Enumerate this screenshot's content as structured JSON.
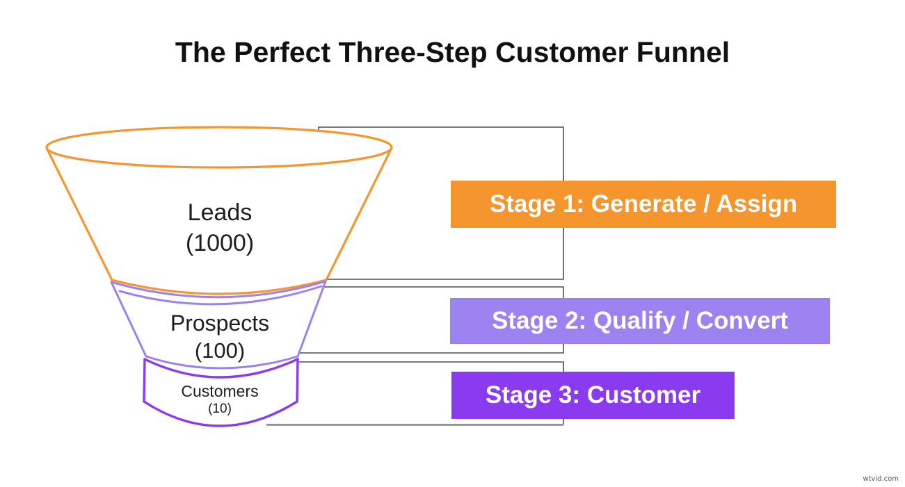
{
  "title": "The Perfect Three-Step Customer Funnel",
  "watermark": "wtvid.com",
  "funnel": {
    "sections": [
      {
        "name": "Leads",
        "count_label": "(1000)",
        "value": 1000,
        "color": "#F5952D"
      },
      {
        "name": "Prospects",
        "count_label": "(100)",
        "value": 100,
        "color": "#9C82F0"
      },
      {
        "name": "Customers",
        "count_label": "(10)",
        "value": 10,
        "color": "#8B3BEF"
      }
    ]
  },
  "stages": [
    {
      "label": "Stage 1: Generate / Assign",
      "color": "#F5952D"
    },
    {
      "label": "Stage 2: Qualify / Convert",
      "color": "#9C82F0"
    },
    {
      "label": "Stage 3: Customer",
      "color": "#8B3BEF"
    }
  ],
  "colors": {
    "background": "#FFFFFF",
    "bracket_line": "#4C4C4C",
    "bracket_line_bottom": "#848484",
    "label_text": "#1D1D1D",
    "stage_text": "#FFFFFF"
  }
}
